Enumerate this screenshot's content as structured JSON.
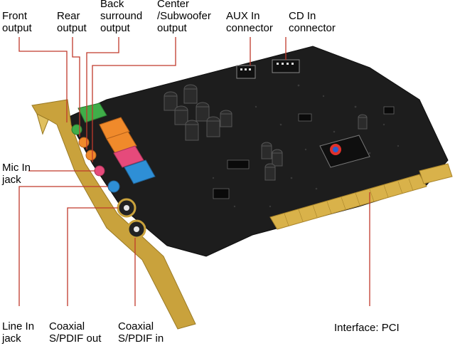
{
  "labels": {
    "front_output": "Front\noutput",
    "rear_output": "Rear\noutput",
    "back_surround_output": "Back\nsurround\noutput",
    "center_subwoofer_output": "Center\n/Subwoofer\noutput",
    "aux_in_connector": "AUX In\nconnector",
    "cd_in_connector": "CD In\nconnector",
    "mic_in_jack": "Mic In\njack",
    "line_in_jack": "Line In\njack",
    "coaxial_spdif_out": "Coaxial\nS/PDIF out",
    "coaxial_spdif_in": "Coaxial\nS/PDIF in",
    "interface_pci": "Interface: PCI"
  },
  "colors": {
    "leader_line": "#c0392b",
    "pcb": "#1d1d1d",
    "bracket_gold": "#c9a23c",
    "edge_gold": "#d9b24a",
    "jack_green": "#3fae49",
    "jack_orange": "#f08a2b",
    "jack_pink": "#e64a7b",
    "jack_blue": "#2e8fd6"
  },
  "icons": [
    "sound-card-image",
    "audio-jack-icon",
    "rca-jack-icon",
    "capacitor-icon",
    "chip-icon",
    "logo-icon"
  ]
}
